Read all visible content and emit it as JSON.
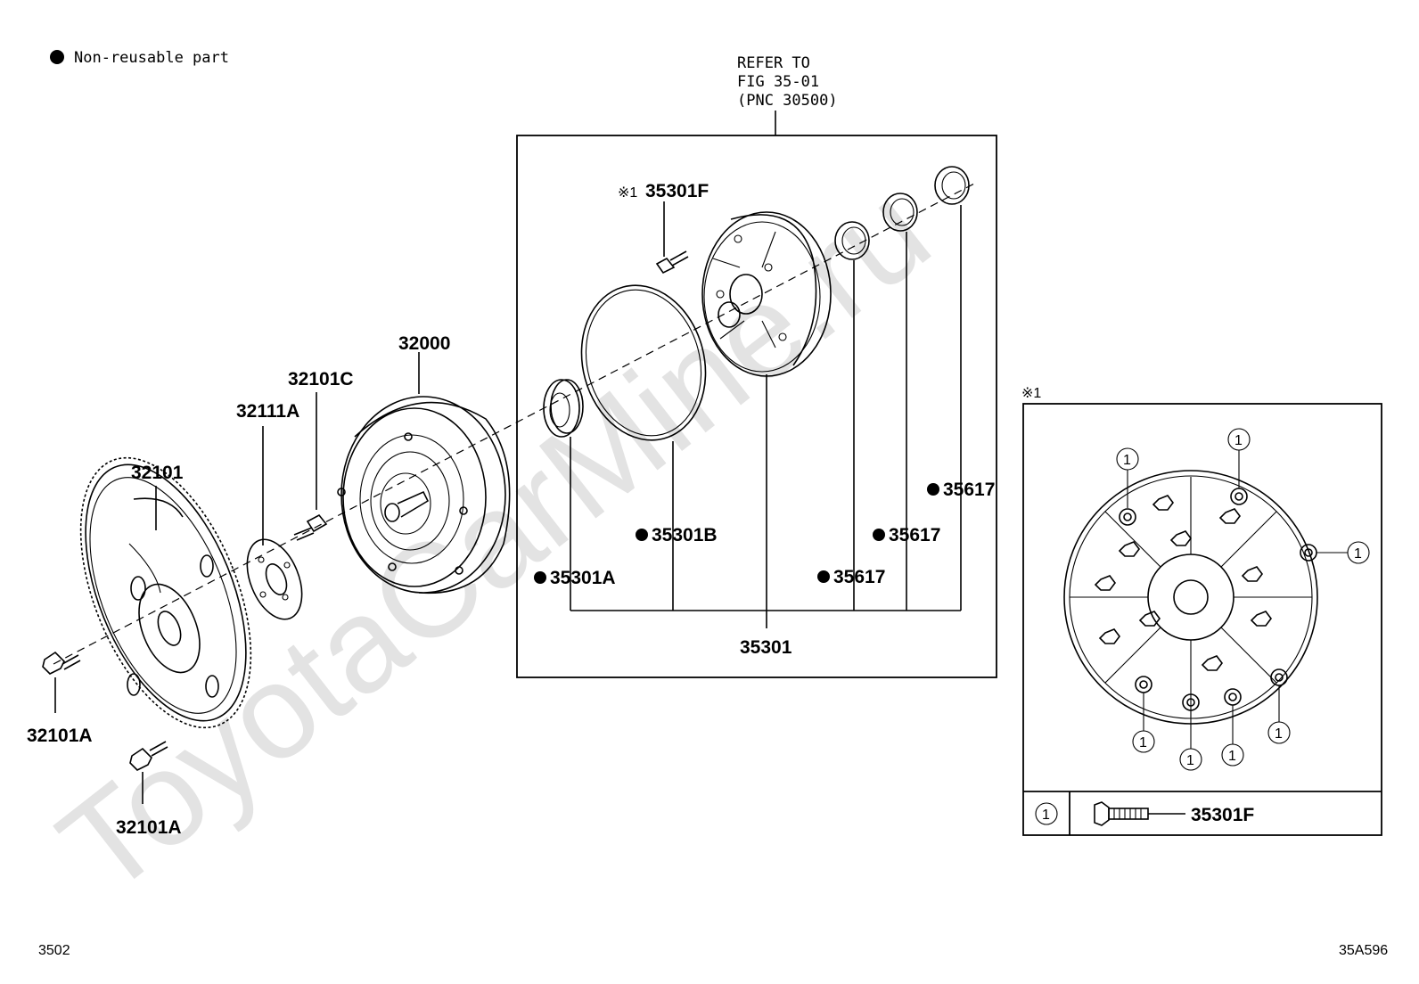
{
  "legend": {
    "text": "Non-reusable part"
  },
  "refer_note": {
    "line1": "REFER TO",
    "line2": "FIG 35-01",
    "line3": "(PNC 30500)"
  },
  "watermark": "ToyotaCarMine.ru",
  "parts": {
    "p32000": "32000",
    "p32101": "32101",
    "p32101A_top": "32101A",
    "p32101A_bottom": "32101A",
    "p32101C": "32101C",
    "p32111A": "32111A",
    "p35301": "35301",
    "p35301A": "35301A",
    "p35301B": "35301B",
    "p35301F": "35301F",
    "p35617_a": "35617",
    "p35617_b": "35617",
    "p35617_c": "35617"
  },
  "ref_mark": "※1",
  "inset": {
    "title": "※1",
    "callout": "1",
    "table_key": "1",
    "table_part": "35301F"
  },
  "footer": {
    "left": "3502",
    "right": "35A596"
  }
}
